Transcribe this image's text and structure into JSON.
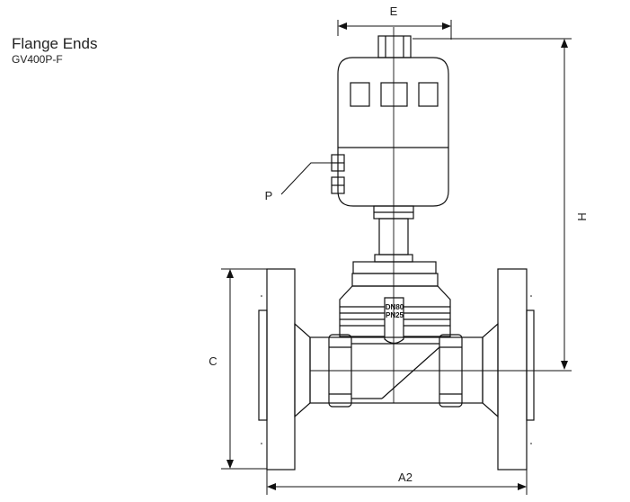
{
  "header": {
    "title": "Flange Ends",
    "model": "GV400P-F"
  },
  "dimensions": {
    "e": "E",
    "h": "H",
    "p": "P",
    "c": "C",
    "a2": "A2"
  },
  "body_marking": {
    "dn": "DN80",
    "pn": "PN25"
  }
}
